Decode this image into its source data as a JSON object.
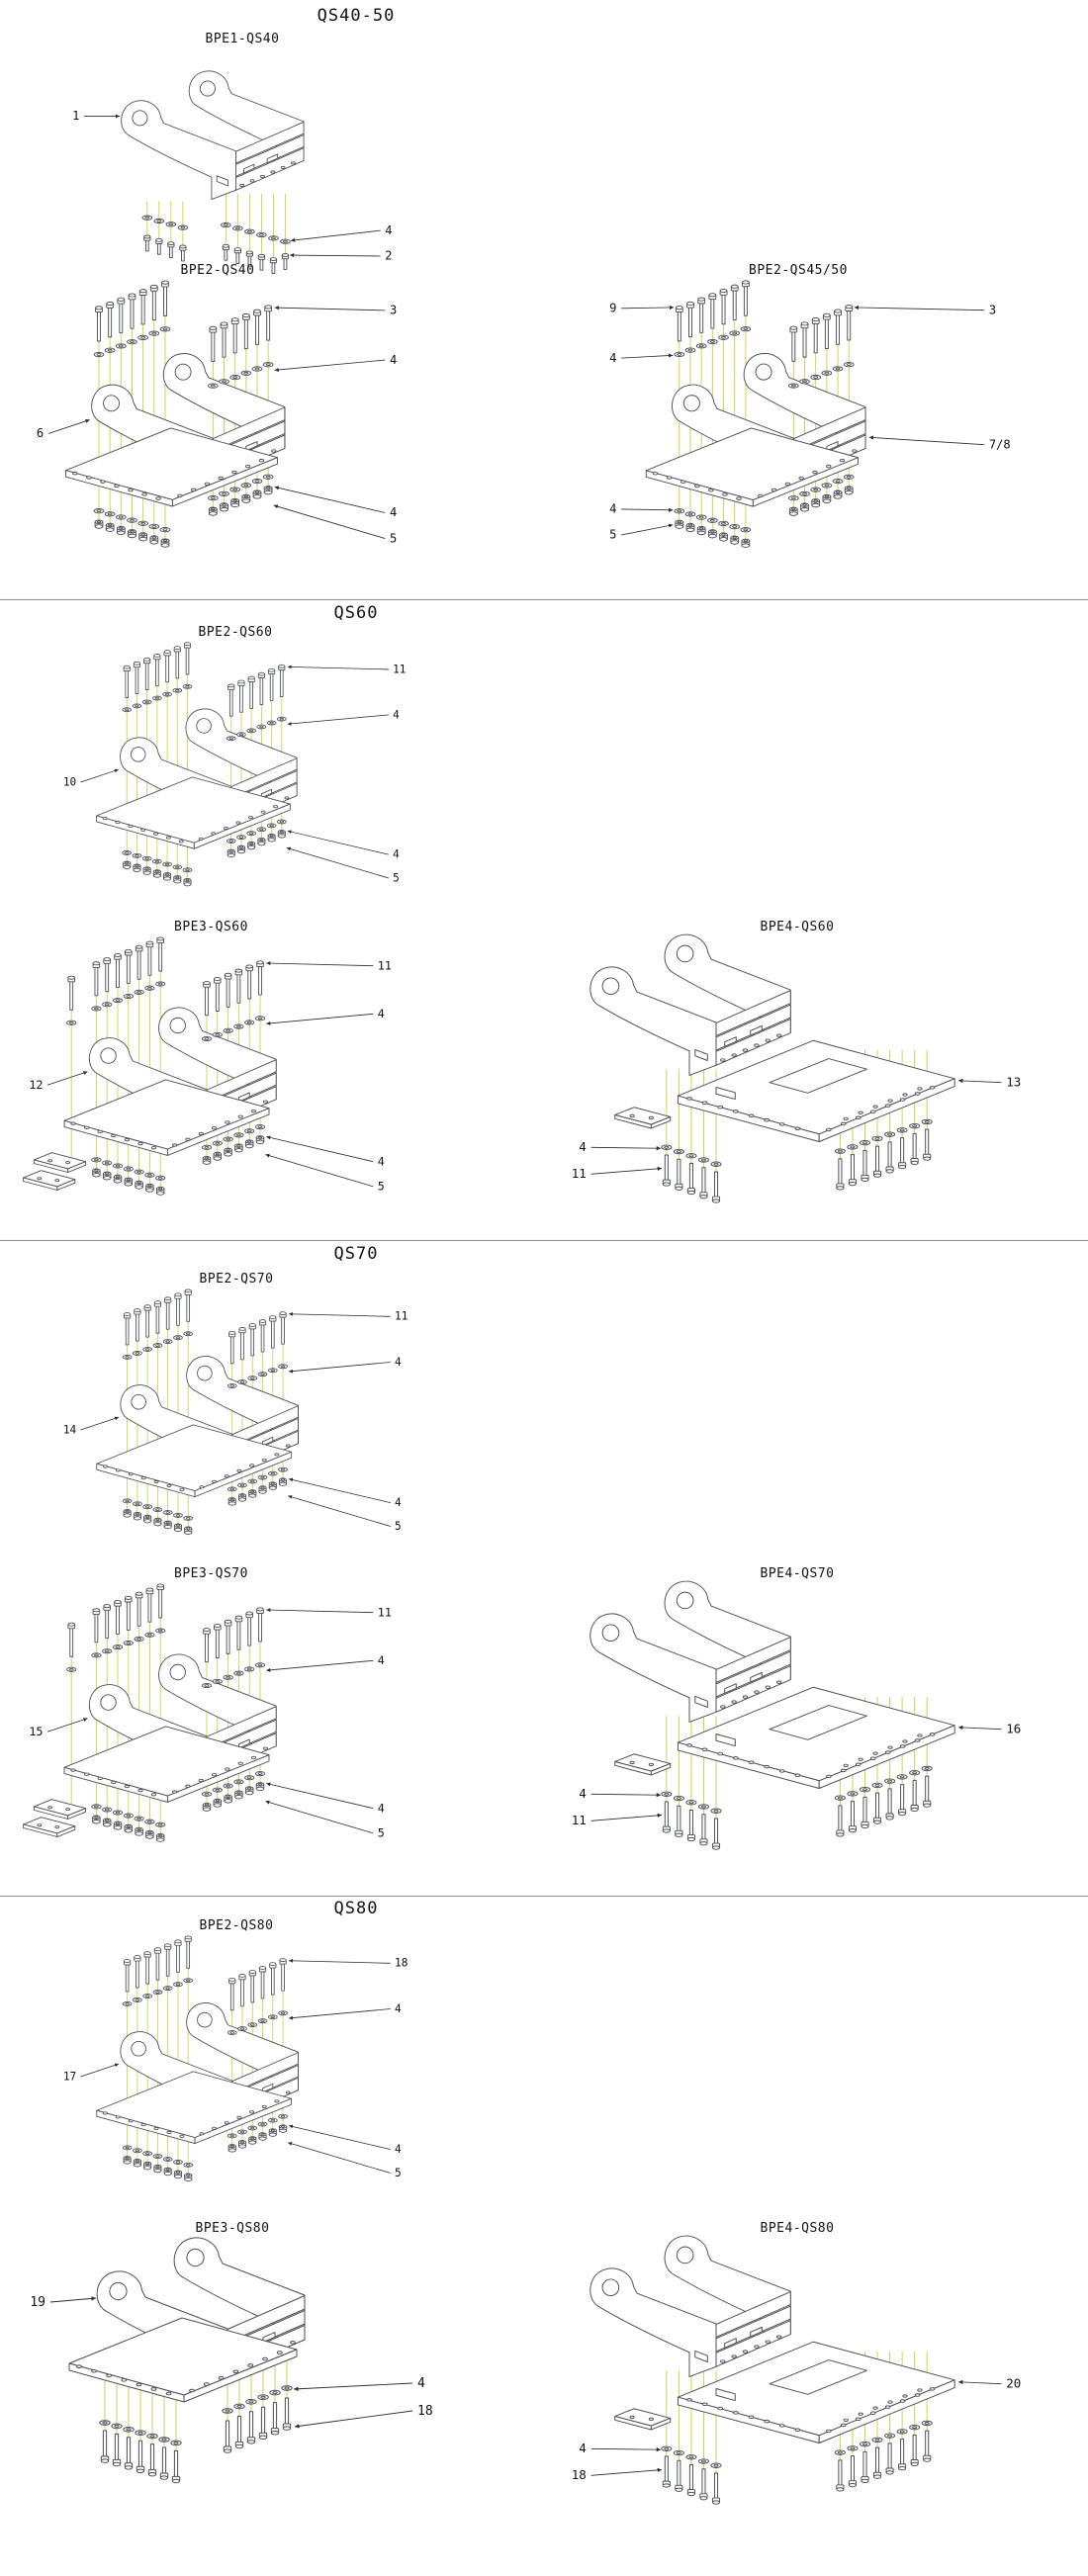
{
  "colors": {
    "line": "#4a4e54",
    "bolt_axis": "#d0d04a"
  },
  "sections": [
    {
      "title": "QS40-50",
      "diagrams": [
        {
          "label": "BPE1-QS40",
          "callouts": [
            {
              "num": "1"
            },
            {
              "num": "4"
            },
            {
              "num": "2"
            }
          ]
        },
        {
          "label": "BPE2-QS40",
          "callouts": [
            {
              "num": "3"
            },
            {
              "num": "4"
            },
            {
              "num": "6"
            },
            {
              "num": "4"
            },
            {
              "num": "5"
            }
          ]
        },
        {
          "label": "BPE2-QS45/50",
          "callouts": [
            {
              "num": "9"
            },
            {
              "num": "3"
            },
            {
              "num": "4"
            },
            {
              "num": "7/8"
            },
            {
              "num": "4"
            },
            {
              "num": "5"
            }
          ]
        }
      ]
    },
    {
      "title": "QS60",
      "diagrams": [
        {
          "label": "BPE2-QS60",
          "callouts": [
            {
              "num": "11"
            },
            {
              "num": "4"
            },
            {
              "num": "10"
            },
            {
              "num": "4"
            },
            {
              "num": "5"
            }
          ]
        },
        {
          "label": "BPE3-QS60",
          "callouts": [
            {
              "num": "11"
            },
            {
              "num": "4"
            },
            {
              "num": "12"
            },
            {
              "num": "4"
            },
            {
              "num": "5"
            }
          ]
        },
        {
          "label": "BPE4-QS60",
          "callouts": [
            {
              "num": "13"
            },
            {
              "num": "4"
            },
            {
              "num": "11"
            }
          ]
        }
      ]
    },
    {
      "title": "QS70",
      "diagrams": [
        {
          "label": "BPE2-QS70",
          "callouts": [
            {
              "num": "11"
            },
            {
              "num": "4"
            },
            {
              "num": "14"
            },
            {
              "num": "4"
            },
            {
              "num": "5"
            }
          ]
        },
        {
          "label": "BPE3-QS70",
          "callouts": [
            {
              "num": "11"
            },
            {
              "num": "4"
            },
            {
              "num": "15"
            },
            {
              "num": "4"
            },
            {
              "num": "5"
            }
          ]
        },
        {
          "label": "BPE4-QS70",
          "callouts": [
            {
              "num": "16"
            },
            {
              "num": "4"
            },
            {
              "num": "11"
            }
          ]
        }
      ]
    },
    {
      "title": "QS80",
      "diagrams": [
        {
          "label": "BPE2-QS80",
          "callouts": [
            {
              "num": "18"
            },
            {
              "num": "4"
            },
            {
              "num": "17"
            },
            {
              "num": "4"
            },
            {
              "num": "5"
            }
          ]
        },
        {
          "label": "BPE3-QS80",
          "callouts": [
            {
              "num": "19"
            },
            {
              "num": "4"
            },
            {
              "num": "18"
            }
          ]
        },
        {
          "label": "BPE4-QS80",
          "callouts": [
            {
              "num": "20"
            },
            {
              "num": "4"
            },
            {
              "num": "18"
            }
          ]
        }
      ]
    }
  ]
}
